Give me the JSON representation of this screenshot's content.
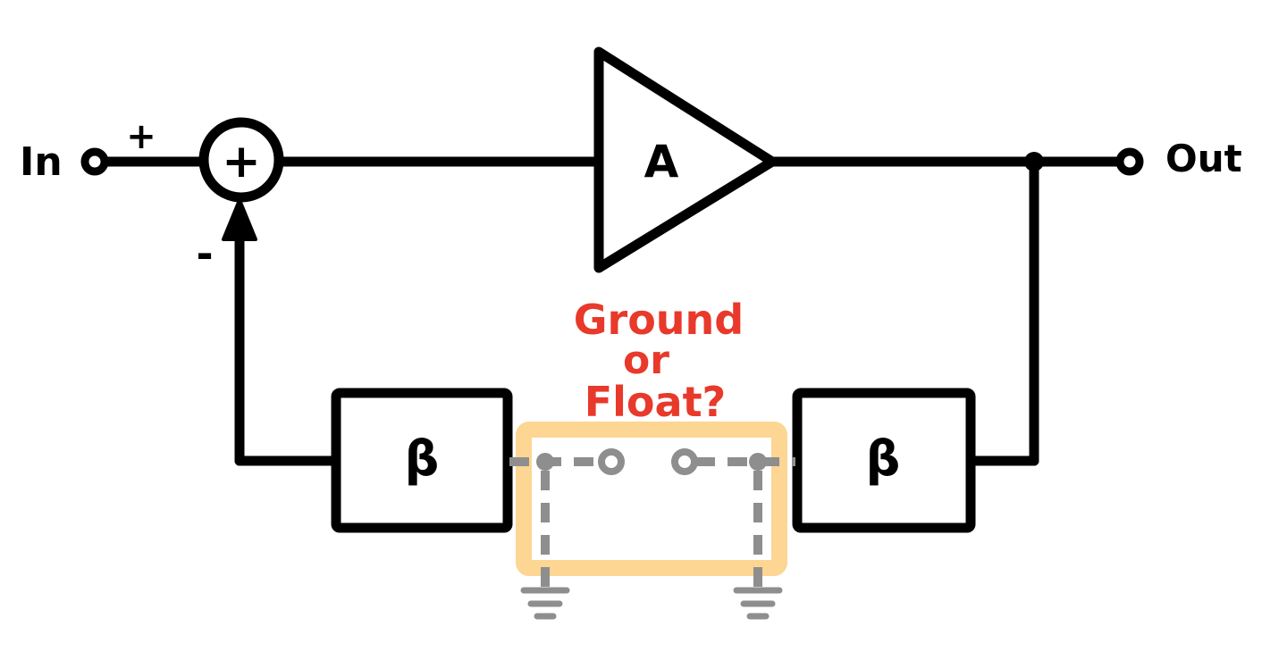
{
  "labels": {
    "input": "In",
    "output": "Out",
    "plus_sign": "+",
    "minus_sign": "-",
    "summer_symbol": "+",
    "amplifier": "A",
    "feedback_left": "β",
    "feedback_right": "β"
  },
  "question": {
    "line1": "Ground",
    "line2": "or",
    "line3": "Float?"
  },
  "colors": {
    "stroke": "#000000",
    "question": "#e8392b",
    "highlight": "#fcd692",
    "dashed": "#8e8e8e"
  }
}
